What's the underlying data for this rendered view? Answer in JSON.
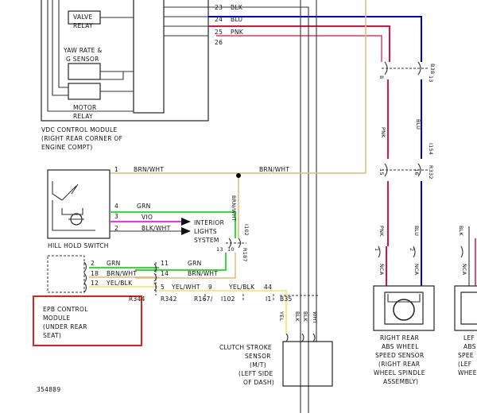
{
  "components": {
    "valve_relay": [
      "VALVE",
      "RELAY"
    ],
    "yaw_rate_sensor": [
      "YAW RATE &",
      "G SENSOR"
    ],
    "motor_relay": [
      "MOTOR",
      "RELAY"
    ],
    "vdc_module": [
      "VDC CONTROL MODULE",
      "(RIGHT REAR CORNER OF",
      "ENGINE COMPT)"
    ],
    "hill_hold_switch": "HILL HOLD SWITCH",
    "interior_lights": [
      "INTERIOR",
      "LIGHTS",
      "SYSTEM"
    ],
    "epb_module": [
      "EPB CONTROL",
      "MODULE",
      "(UNDER REAR",
      "SEAT)"
    ],
    "clutch_sensor": [
      "CLUTCH STROKE",
      "SENSOR",
      "(M/T)",
      "(LEFT SIDE",
      "OF DASH)"
    ],
    "right_abs_sensor": [
      "RIGHT REAR",
      "ABS WHEEL",
      "SPEED SENSOR",
      "(RIGHT REAR",
      "WHEEL SPINDLE",
      "ASSEMBLY)"
    ],
    "left_abs_sensor": [
      "LEF",
      "ABS",
      "SPEE",
      "(LEF",
      "WHEE"
    ]
  },
  "vdc_pins": [
    {
      "pin": "23",
      "color": "BLK"
    },
    {
      "pin": "24",
      "color": "BLU"
    },
    {
      "pin": "25",
      "color": "PNK"
    },
    {
      "pin": "26",
      "color": ""
    }
  ],
  "labels": {
    "brn_wht": "BRN/WHT",
    "grn": "GRN",
    "vio": "VIO",
    "blk_wht": "BLK/WHT",
    "yel_blk": "YEL/BLK",
    "yel_wht": "YEL/WHT",
    "pnk": "PNK",
    "blu": "BLU",
    "blk": "BLK",
    "yel": "YEL",
    "wht": "WHT",
    "nca": "NCA",
    "figure_id": "354889"
  },
  "pins": {
    "hill_1": "1",
    "hill_4": "4",
    "hill_3": "3",
    "hill_2": "2",
    "epb_2": "2",
    "epb_18": "18",
    "epb_12": "12",
    "t11": "11",
    "t14": "14",
    "t5": "5",
    "t9": "9",
    "t44": "44",
    "c8": "8",
    "c13": "13",
    "c15": "15",
    "c16": "16",
    "c1": "1",
    "c2": "2",
    "c13b": "13",
    "c10": "10"
  },
  "connectors": {
    "b38": "B38",
    "i154": "I154",
    "r332": "R332",
    "r187": "R187",
    "i102": "I102",
    "r344": "R344",
    "r342": "R342",
    "r167": "R167/",
    "i102b": "I102",
    "i1": "I1",
    "b35": "B35"
  },
  "colors": {
    "blue": "#0000dd",
    "red": "#dd1040",
    "green": "#33dd33",
    "violet": "#ee33ee",
    "yellow": "#eeee88",
    "gold": "#ddbb77",
    "highlight": "#e02020",
    "line": "#333333"
  }
}
